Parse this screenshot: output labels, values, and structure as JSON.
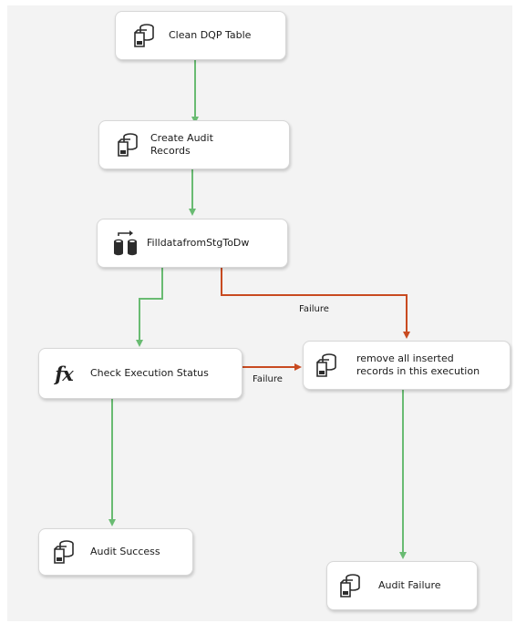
{
  "tasks": {
    "clean_dqp_table": {
      "label": "Clean DQP Table",
      "icon": "sql-task-icon"
    },
    "create_audit_records": {
      "label": "Create Audit\nRecords",
      "icon": "sql-task-icon"
    },
    "filldata": {
      "label": "FilldatafromStgToDw",
      "icon": "data-flow-task-icon"
    },
    "check_execution_status": {
      "label": "Check Execution Status",
      "icon": "expression-task-icon"
    },
    "remove_inserted": {
      "label": "remove all inserted\nrecords in this execution",
      "icon": "sql-task-icon"
    },
    "audit_success": {
      "label": "Audit Success",
      "icon": "sql-task-icon"
    },
    "audit_failure": {
      "label": "Audit Failure",
      "icon": "sql-task-icon"
    }
  },
  "connectors": {
    "filldata_to_remove": {
      "label": "Failure",
      "status": "failure"
    },
    "check_to_remove": {
      "label": "Failure",
      "status": "failure"
    }
  },
  "colors": {
    "success": "#69bb72",
    "failure": "#c84a20",
    "surface": "#f3f3f3"
  }
}
